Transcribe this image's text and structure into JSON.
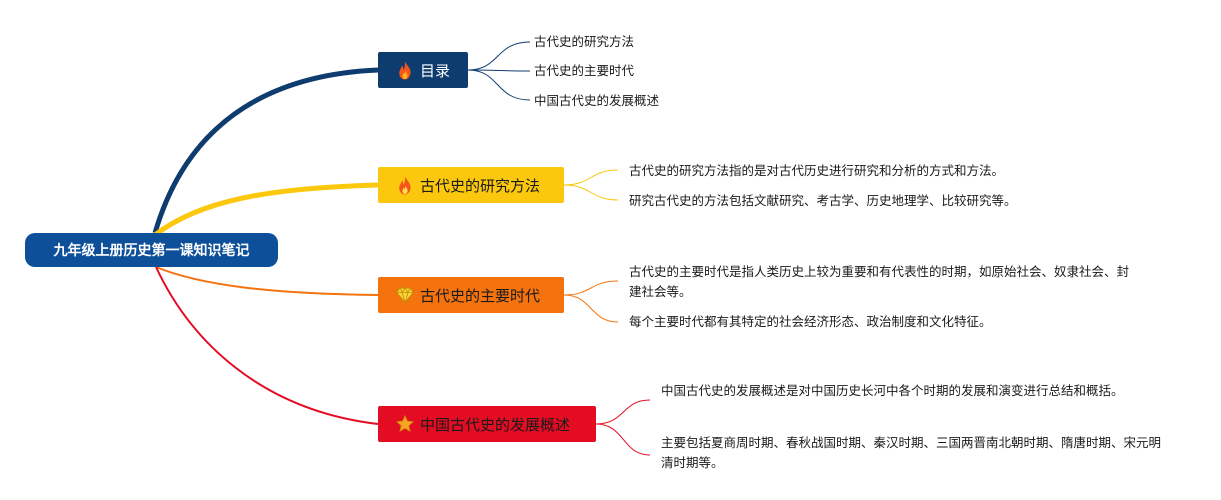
{
  "root": {
    "label": "九年级上册历史第一课知识笔记"
  },
  "branches": [
    {
      "label": "目录",
      "icon": "fire-icon",
      "color": "#0f3c6e",
      "children": [
        "古代史的研究方法",
        "古代史的主要时代",
        "中国古代史的发展概述"
      ]
    },
    {
      "label": "古代史的研究方法",
      "icon": "fire-icon",
      "color": "#fbc80d",
      "children": [
        "古代史的研究方法指的是对古代历史进行研究和分析的方式和方法。",
        "研究古代史的方法包括文献研究、考古学、历史地理学、比较研究等。"
      ]
    },
    {
      "label": "古代史的主要时代",
      "icon": "diamond-icon",
      "color": "#f5730f",
      "children": [
        "古代史的主要时代是指人类历史上较为重要和有代表性的时期，如原始社会、奴隶社会、封建社会等。",
        "每个主要时代都有其特定的社会经济形态、政治制度和文化特征。"
      ]
    },
    {
      "label": "中国古代史的发展概述",
      "icon": "star-icon",
      "color": "#e40c23",
      "children": [
        "中国古代史的发展概述是对中国历史长河中各个时期的发展和演变进行总结和概括。",
        "主要包括夏商周时期、春秋战国时期、秦汉时期、三国两晋南北朝时期、隋唐时期、宋元明清时期等。"
      ]
    }
  ]
}
